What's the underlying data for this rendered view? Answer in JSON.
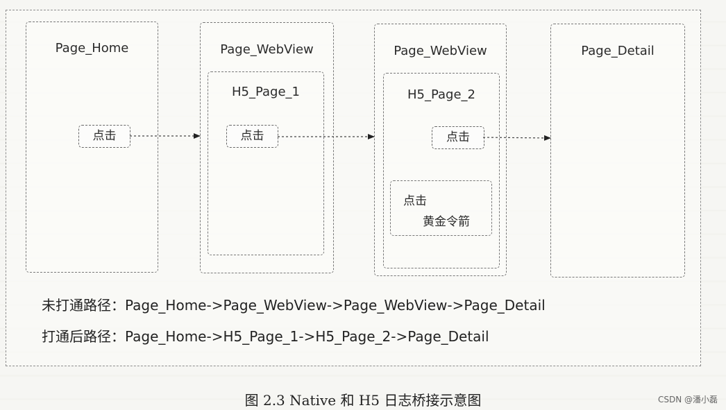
{
  "diagram": {
    "pages": [
      {
        "id": "home",
        "title": "Page_Home",
        "button": "点击"
      },
      {
        "id": "webview1",
        "title": "Page_WebView",
        "h5_title": "H5_Page_1",
        "button": "点击"
      },
      {
        "id": "webview2",
        "title": "Page_WebView",
        "h5_title": "H5_Page_2",
        "button": "点击",
        "inner_box": {
          "line1": "点击",
          "line2": "黄金令箭"
        }
      },
      {
        "id": "detail",
        "title": "Page_Detail"
      }
    ],
    "paths": {
      "unconnected": "未打通路径：Page_Home->Page_WebView->Page_WebView->Page_Detail",
      "connected": "打通后路径：Page_Home->H5_Page_1->H5_Page_2->Page_Detail"
    }
  },
  "caption": "图 2.3    Native 和 H5 日志桥接示意图",
  "watermark": "CSDN @潘小磊"
}
